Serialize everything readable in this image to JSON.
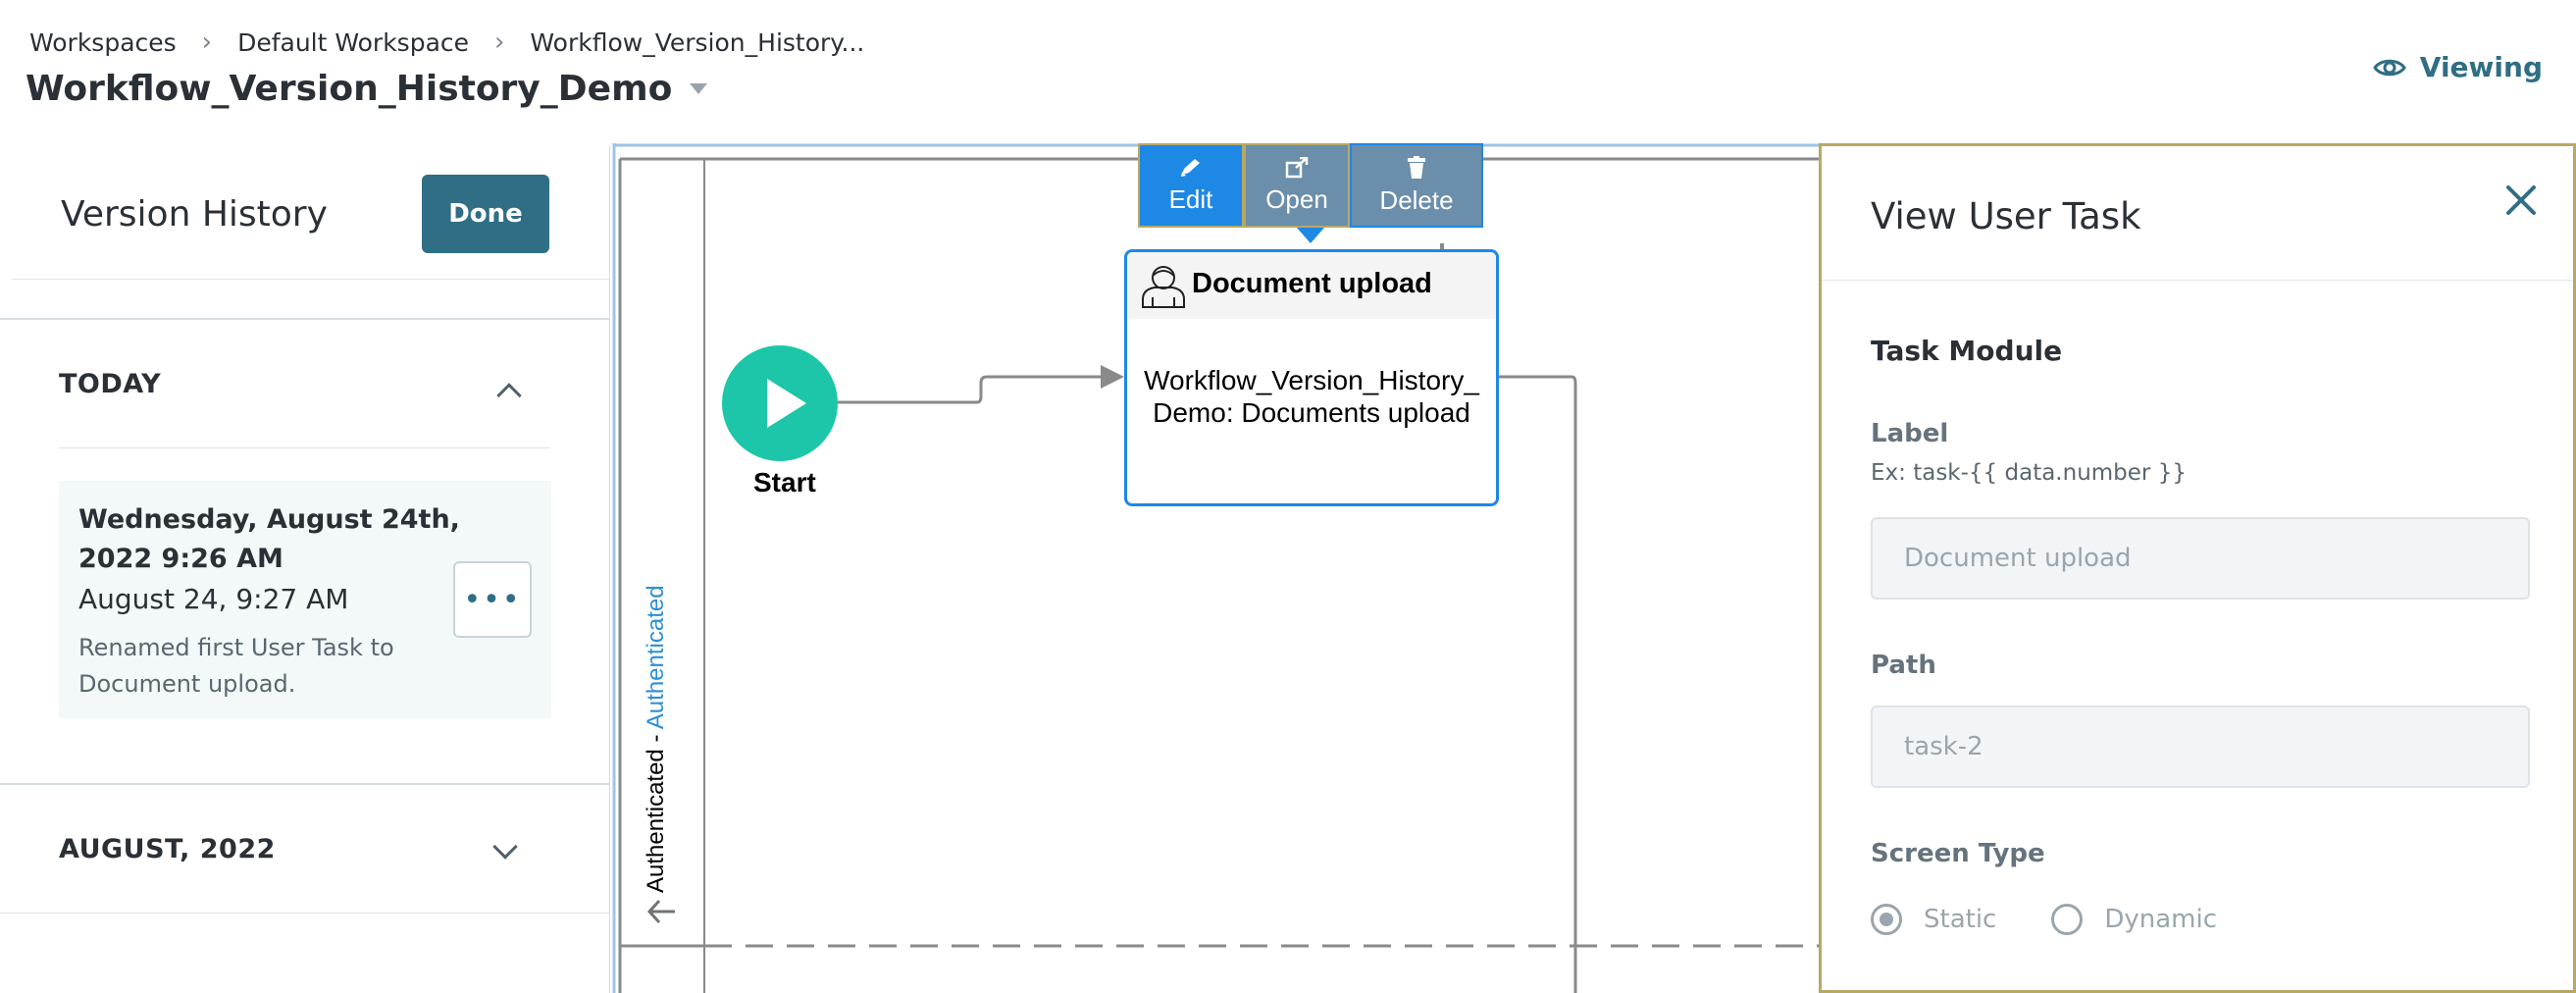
{
  "header": {
    "breadcrumbs": [
      "Workspaces",
      "Default Workspace",
      "Workflow_Version_History..."
    ],
    "title": "Workflow_Version_History_Demo",
    "viewing_label": "Viewing"
  },
  "version_history": {
    "title": "Version History",
    "done_label": "Done",
    "sections": [
      {
        "heading": "TODAY",
        "expanded": true,
        "entries": [
          {
            "date": "Wednesday, August 24th, 2022 9:26 AM",
            "time": "August 24, 9:27 AM",
            "description": "Renamed first User Task to Document upload.",
            "more_label": "•••"
          }
        ]
      },
      {
        "heading": "AUGUST, 2022",
        "expanded": false
      }
    ]
  },
  "canvas": {
    "toolbar": {
      "edit": "Edit",
      "open": "Open",
      "delete": "Delete"
    },
    "task": {
      "name": "Document upload",
      "body": "Workflow_Version_History_Demo: Documents upload"
    },
    "start_label": "Start",
    "lane": {
      "primary": "Authenticated",
      "separator": " - ",
      "secondary": "Authenticated"
    },
    "colors": {
      "accent": "#1e88e5",
      "start": "#1dc6a8",
      "toolbar_inactive": "#6b8eab"
    }
  },
  "user_task_panel": {
    "title": "View User Task",
    "section": "Task Module",
    "label_field": {
      "label": "Label",
      "hint": "Ex: task-{{ data.number }}",
      "value": "Document upload"
    },
    "path_field": {
      "label": "Path",
      "value": "task-2"
    },
    "screen_type": {
      "label": "Screen Type",
      "options": [
        "Static",
        "Dynamic"
      ],
      "selected": "Static"
    }
  },
  "colors": {
    "brand": "#2f6e85",
    "highlight_border": "#b8a866",
    "card_bg": "#f2f9f8"
  }
}
